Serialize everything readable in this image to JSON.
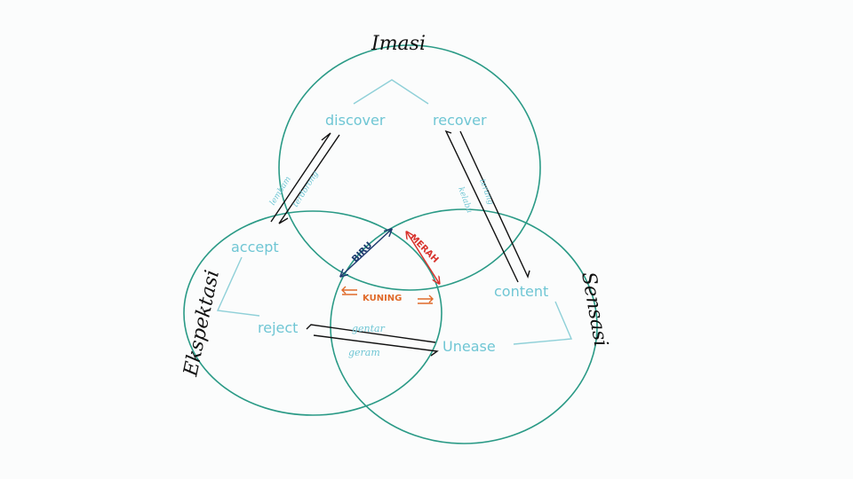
{
  "axes": {
    "top": "Imasi",
    "left": "Ekspektasi",
    "right": "Sensasi"
  },
  "nodes": {
    "discover": "discover",
    "recover": "recover",
    "accept": "accept",
    "reject": "reject",
    "content": "content",
    "unease": "Unease"
  },
  "edge_labels": {
    "left_a": "lembam",
    "left_b": "terdorong",
    "right_a": "kelabu",
    "right_b": "terang",
    "bottom_a": "gentar",
    "bottom_b": "geram"
  },
  "center": {
    "biru": "BIRU",
    "merah": "MERAH",
    "kuning": "KUNING"
  },
  "colors": {
    "circle": "#2a9a86",
    "node_text": "#6fc6d4",
    "biru": "#1e3a6e",
    "merah": "#d8322c",
    "kuning": "#e06a2a",
    "ink": "#111111"
  }
}
